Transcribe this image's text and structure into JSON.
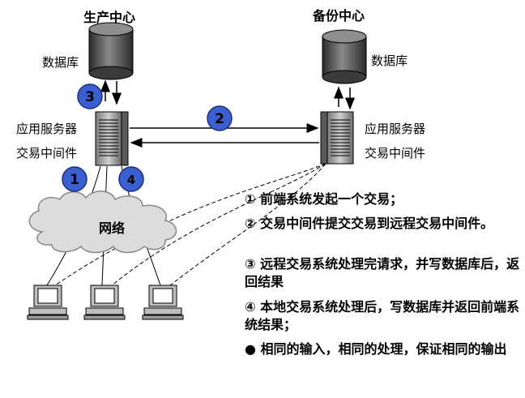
{
  "sites": {
    "production": "生产中心",
    "backup": "备份中心"
  },
  "labels": {
    "db_left": "数据库",
    "db_right": "数据库",
    "app_server_left": "应用服务器",
    "middleware_left": "交易中间件",
    "app_server_right": "应用服务器",
    "middleware_right": "交易中间件",
    "network": "网络"
  },
  "badges": {
    "one": "1",
    "two": "2",
    "three": "3",
    "four": "4"
  },
  "notes": [
    "① 前端系统发起一个交易；",
    "② 交易中间件提交交易到远程交易中间件。",
    "③ 远程交易系统处理完请求，并写数据库后，返回结果",
    "④ 本地交易系统处理后，写数据库并返回前端系统结果；",
    "● 相同的输入，相同的处理，保证相同的输出"
  ],
  "colors": {
    "badge_fill": "#3a5fd0",
    "badge_stroke": "#1a2f80",
    "cloud_fill": "#dcdcdc",
    "cylinder_fill": "#555555"
  }
}
